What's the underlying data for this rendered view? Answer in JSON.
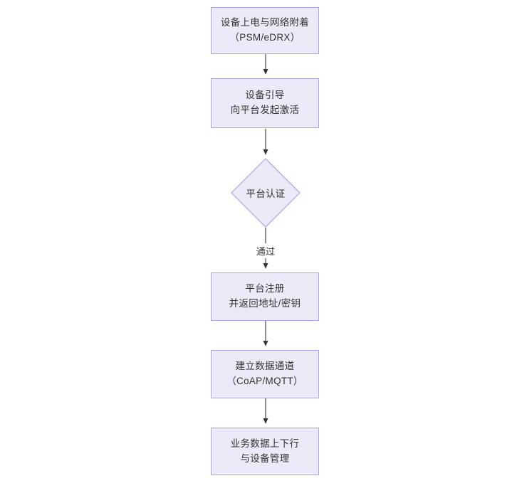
{
  "diagram": {
    "type": "flowchart",
    "orientation": "top-to-bottom",
    "background_color": "#ffffff",
    "node_fill_color": "#ece9f8",
    "node_border_color": "#b3a3de",
    "text_color": "#333333",
    "connector_color": "#333333",
    "nodes": [
      {
        "id": "n1",
        "shape": "rectangle",
        "lines": [
          "设备上电与网络附着",
          "（PSM/eDRX）"
        ]
      },
      {
        "id": "n2",
        "shape": "rectangle",
        "lines": [
          "设备引导",
          "向平台发起激活"
        ]
      },
      {
        "id": "n3",
        "shape": "diamond",
        "lines": [
          "平台认证"
        ]
      },
      {
        "id": "n4",
        "shape": "rectangle",
        "lines": [
          "平台注册",
          "并返回地址/密钥"
        ]
      },
      {
        "id": "n5",
        "shape": "rectangle",
        "lines": [
          "建立数据通道",
          "（CoAP/MQTT）"
        ]
      },
      {
        "id": "n6",
        "shape": "rectangle",
        "lines": [
          "业务数据上下行",
          "与设备管理"
        ]
      }
    ],
    "edges": [
      {
        "from": "n1",
        "to": "n2",
        "label": ""
      },
      {
        "from": "n2",
        "to": "n3",
        "label": ""
      },
      {
        "from": "n3",
        "to": "n4",
        "label": "通过"
      },
      {
        "from": "n4",
        "to": "n5",
        "label": ""
      },
      {
        "from": "n5",
        "to": "n6",
        "label": ""
      }
    ]
  }
}
